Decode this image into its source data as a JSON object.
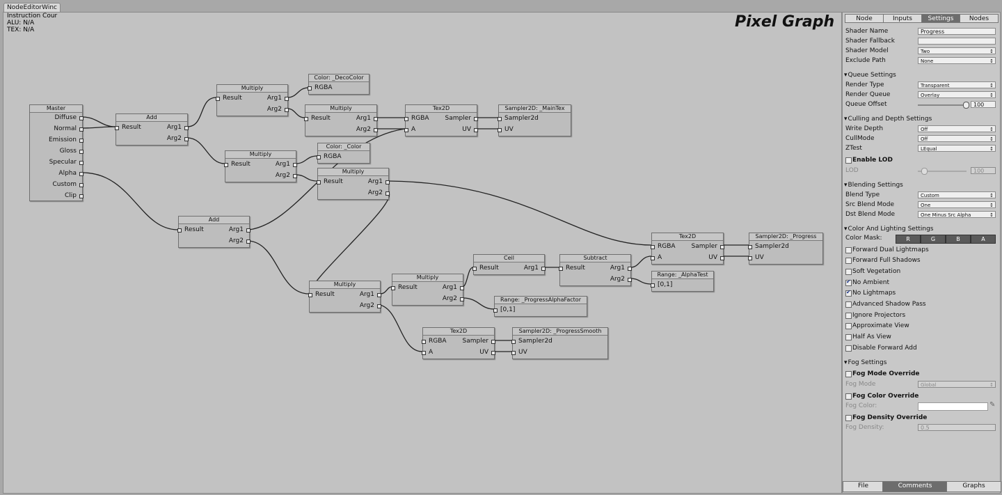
{
  "window_tab": "NodeEditorWinc",
  "stats": {
    "line1": "Instruction Cour",
    "line2": "ALU: N/A",
    "line3": "TEX: N/A"
  },
  "graph_title": "Pixel Graph",
  "nodes": {
    "master": {
      "title": "Master",
      "outputs": [
        "Diffuse",
        "Normal",
        "Emission",
        "Gloss",
        "Specular",
        "Alpha",
        "Custom",
        "Clip"
      ]
    },
    "add1": {
      "title": "Add",
      "result": "Result",
      "arg1": "Arg1",
      "arg2": "Arg2"
    },
    "mul1": {
      "title": "Multiply",
      "result": "Result",
      "arg1": "Arg1",
      "arg2": "Arg2"
    },
    "color_deco": {
      "title": "Color: _DecoColor",
      "out": "RGBA"
    },
    "mul2": {
      "title": "Multiply",
      "result": "Result",
      "arg1": "Arg1",
      "arg2": "Arg2"
    },
    "tex1": {
      "title": "Tex2D",
      "rgba": "RGBA",
      "a": "A",
      "sampler": "Sampler",
      "uv": "UV"
    },
    "sampler_main": {
      "title": "Sampler2D: _MainTex",
      "s": "Sampler2d",
      "uv": "UV"
    },
    "mul3": {
      "title": "Multiply",
      "result": "Result",
      "arg1": "Arg1",
      "arg2": "Arg2"
    },
    "color_col": {
      "title": "Color: _Color",
      "out": "RGBA"
    },
    "mul4": {
      "title": "Multiply",
      "result": "Result",
      "arg1": "Arg1",
      "arg2": "Arg2"
    },
    "add2": {
      "title": "Add",
      "result": "Result",
      "arg1": "Arg1",
      "arg2": "Arg2"
    },
    "tex2": {
      "title": "Tex2D",
      "rgba": "RGBA",
      "a": "A",
      "sampler": "Sampler",
      "uv": "UV"
    },
    "sampler_prog": {
      "title": "Sampler2D: _Progress",
      "s": "Sampler2d",
      "uv": "UV"
    },
    "ceil": {
      "title": "Ceil",
      "result": "Result",
      "arg1": "Arg1"
    },
    "subtract": {
      "title": "Subtract",
      "result": "Result",
      "arg1": "Arg1",
      "arg2": "Arg2"
    },
    "range_alpha": {
      "title": "Range: _AlphaTest",
      "out": "[0,1]"
    },
    "mul5": {
      "title": "Multiply",
      "result": "Result",
      "arg1": "Arg1",
      "arg2": "Arg2"
    },
    "mul6": {
      "title": "Multiply",
      "result": "Result",
      "arg1": "Arg1",
      "arg2": "Arg2"
    },
    "range_paf": {
      "title": "Range: _ProgressAlphaFactor",
      "out": "[0,1]"
    },
    "tex3": {
      "title": "Tex2D",
      "rgba": "RGBA",
      "a": "A",
      "sampler": "Sampler",
      "uv": "UV"
    },
    "sampler_smooth": {
      "title": "Sampler2D: _ProgressSmooth",
      "s": "Sampler2d",
      "uv": "UV"
    }
  },
  "panel": {
    "tabs": [
      "Node",
      "Inputs",
      "Settings",
      "Nodes"
    ],
    "active_tab": "Settings",
    "shader_name_label": "Shader Name",
    "shader_name": "Progress",
    "shader_fallback_label": "Shader Fallback",
    "shader_fallback": "",
    "shader_model_label": "Shader Model",
    "shader_model": "Two",
    "exclude_path_label": "Exclude Path",
    "exclude_path": "None",
    "queue_settings": "Queue Settings",
    "render_type_label": "Render Type",
    "render_type": "Transparent",
    "render_queue_label": "Render Queue",
    "render_queue": "Overlay",
    "queue_offset_label": "Queue Offset",
    "queue_offset": "100",
    "culling_settings": "Culling and Depth Settings",
    "write_depth_label": "Write Depth",
    "write_depth": "Off",
    "cullmode_label": "CullMode",
    "cullmode": "Off",
    "ztest_label": "ZTest",
    "ztest": "LEqual",
    "enable_lod": "Enable LOD",
    "lod_label": "LOD",
    "lod": "100",
    "blending_settings": "Blending Settings",
    "blend_type_label": "Blend Type",
    "blend_type": "Custom",
    "src_blend_label": "Src Blend Mode",
    "src_blend": "One",
    "dst_blend_label": "Dst Blend Mode",
    "dst_blend": "One Minus Src Alpha",
    "color_lighting_settings": "Color And Lighting Settings",
    "color_mask_label": "Color Mask:",
    "color_mask": [
      "R",
      "G",
      "B",
      "A"
    ],
    "checkboxes": [
      {
        "label": "Forward Dual Lightmaps",
        "checked": false
      },
      {
        "label": "Forward Full Shadows",
        "checked": false
      },
      {
        "label": "Soft Vegetation",
        "checked": false
      },
      {
        "label": "No Ambient",
        "checked": true
      },
      {
        "label": "No Lightmaps",
        "checked": true
      },
      {
        "label": "Advanced Shadow Pass",
        "checked": false
      },
      {
        "label": "Ignore Projectors",
        "checked": false
      },
      {
        "label": "Approximate View",
        "checked": false
      },
      {
        "label": "Half As View",
        "checked": false
      },
      {
        "label": "Disable Forward Add",
        "checked": false
      }
    ],
    "fog_settings": "Fog Settings",
    "fog_mode_override": "Fog Mode Override",
    "fog_mode_label": "Fog Mode",
    "fog_mode": "Global",
    "fog_color_override": "Fog Color Override",
    "fog_color_label": "Fog Color:",
    "fog_density_override": "Fog Density Override",
    "fog_density_label": "Fog Density:",
    "fog_density": "0.5",
    "bottom_tabs": [
      "File",
      "Comments",
      "Graphs"
    ],
    "active_bottom_tab": "Comments"
  }
}
